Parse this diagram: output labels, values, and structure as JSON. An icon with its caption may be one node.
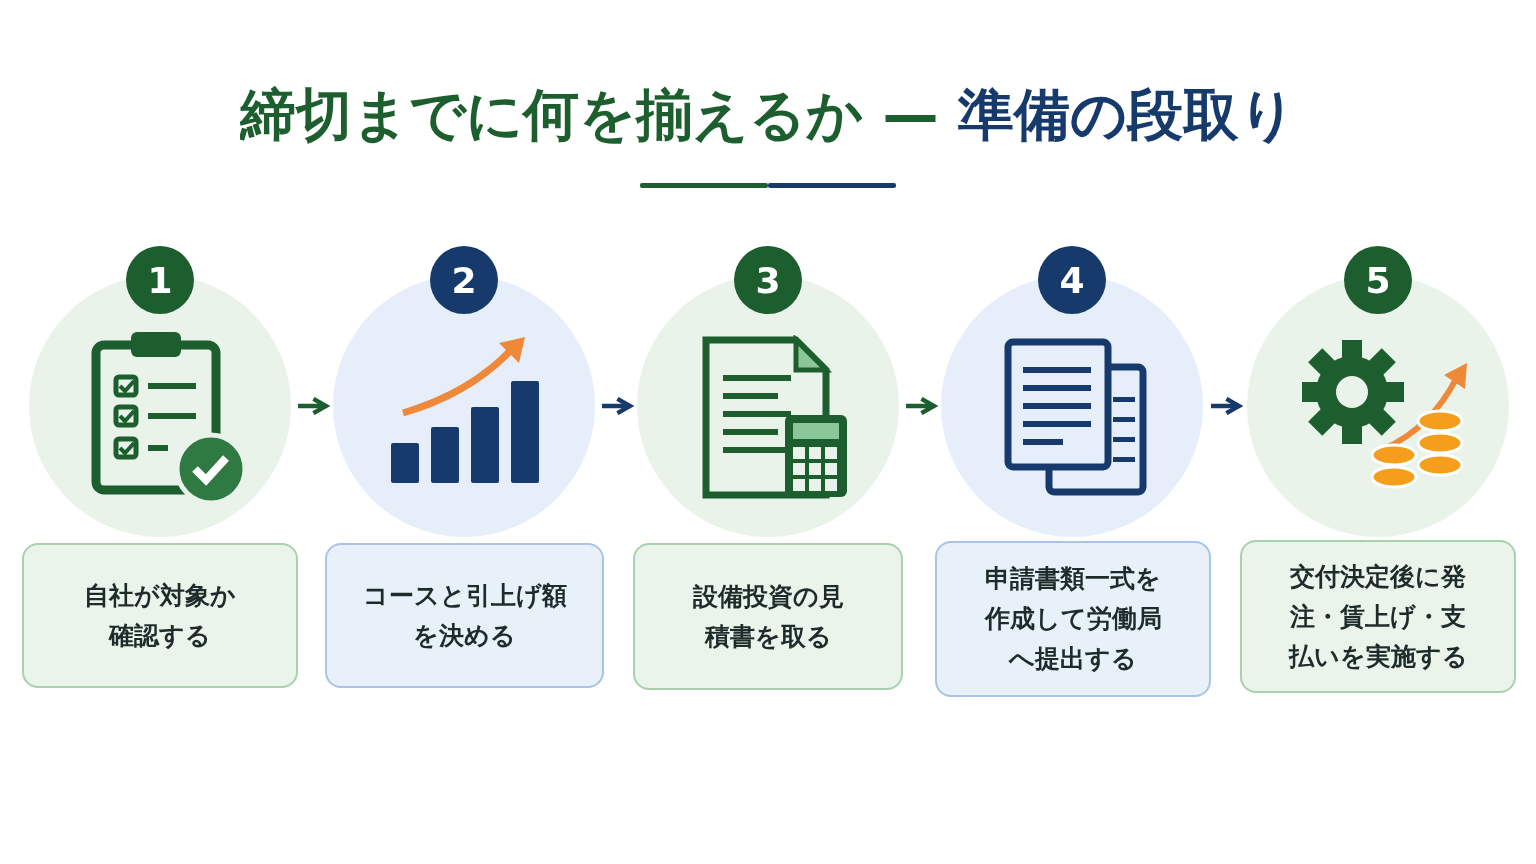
{
  "diagram": {
    "title": "締切までに何を揃えるか — 準備の段取り",
    "nodes": [
      {
        "text": [
          "1"
        ]
      },
      {
        "text": [],
        "shape": "circle"
      },
      {
        "text": [
          "自社が対象か確認する"
        ]
      },
      {
        "text": [
          "2"
        ]
      },
      {
        "text": [],
        "shape": "circle"
      },
      {
        "text": [
          "コースと引上げ額を決める"
        ]
      },
      {
        "text": [
          "3"
        ]
      },
      {
        "text": [],
        "shape": "circle"
      },
      {
        "text": [
          "設備投資の見積書を取る"
        ]
      },
      {
        "text": [
          "4"
        ]
      },
      {
        "text": [],
        "shape": "circle"
      },
      {
        "text": [
          "申請書類一式を作成して労働局へ提出する"
        ]
      },
      {
        "text": [
          "5"
        ]
      },
      {
        "text": [],
        "shape": "circle"
      },
      {
        "text": [
          "交付決定後に発注・賃上げ・支払いを実施する"
        ]
      }
    ],
    "edges": [
      {
        "from": 1,
        "to": 4,
        "arrow": "to"
      },
      {
        "from": 4,
        "to": 7,
        "arrow": "to",
        "color": "#163a6b"
      },
      {
        "from": 7,
        "to": 10,
        "arrow": "to"
      },
      {
        "from": 10,
        "to": 13,
        "arrow": "to",
        "color": "#163a6b"
      }
    ]
  }
}
